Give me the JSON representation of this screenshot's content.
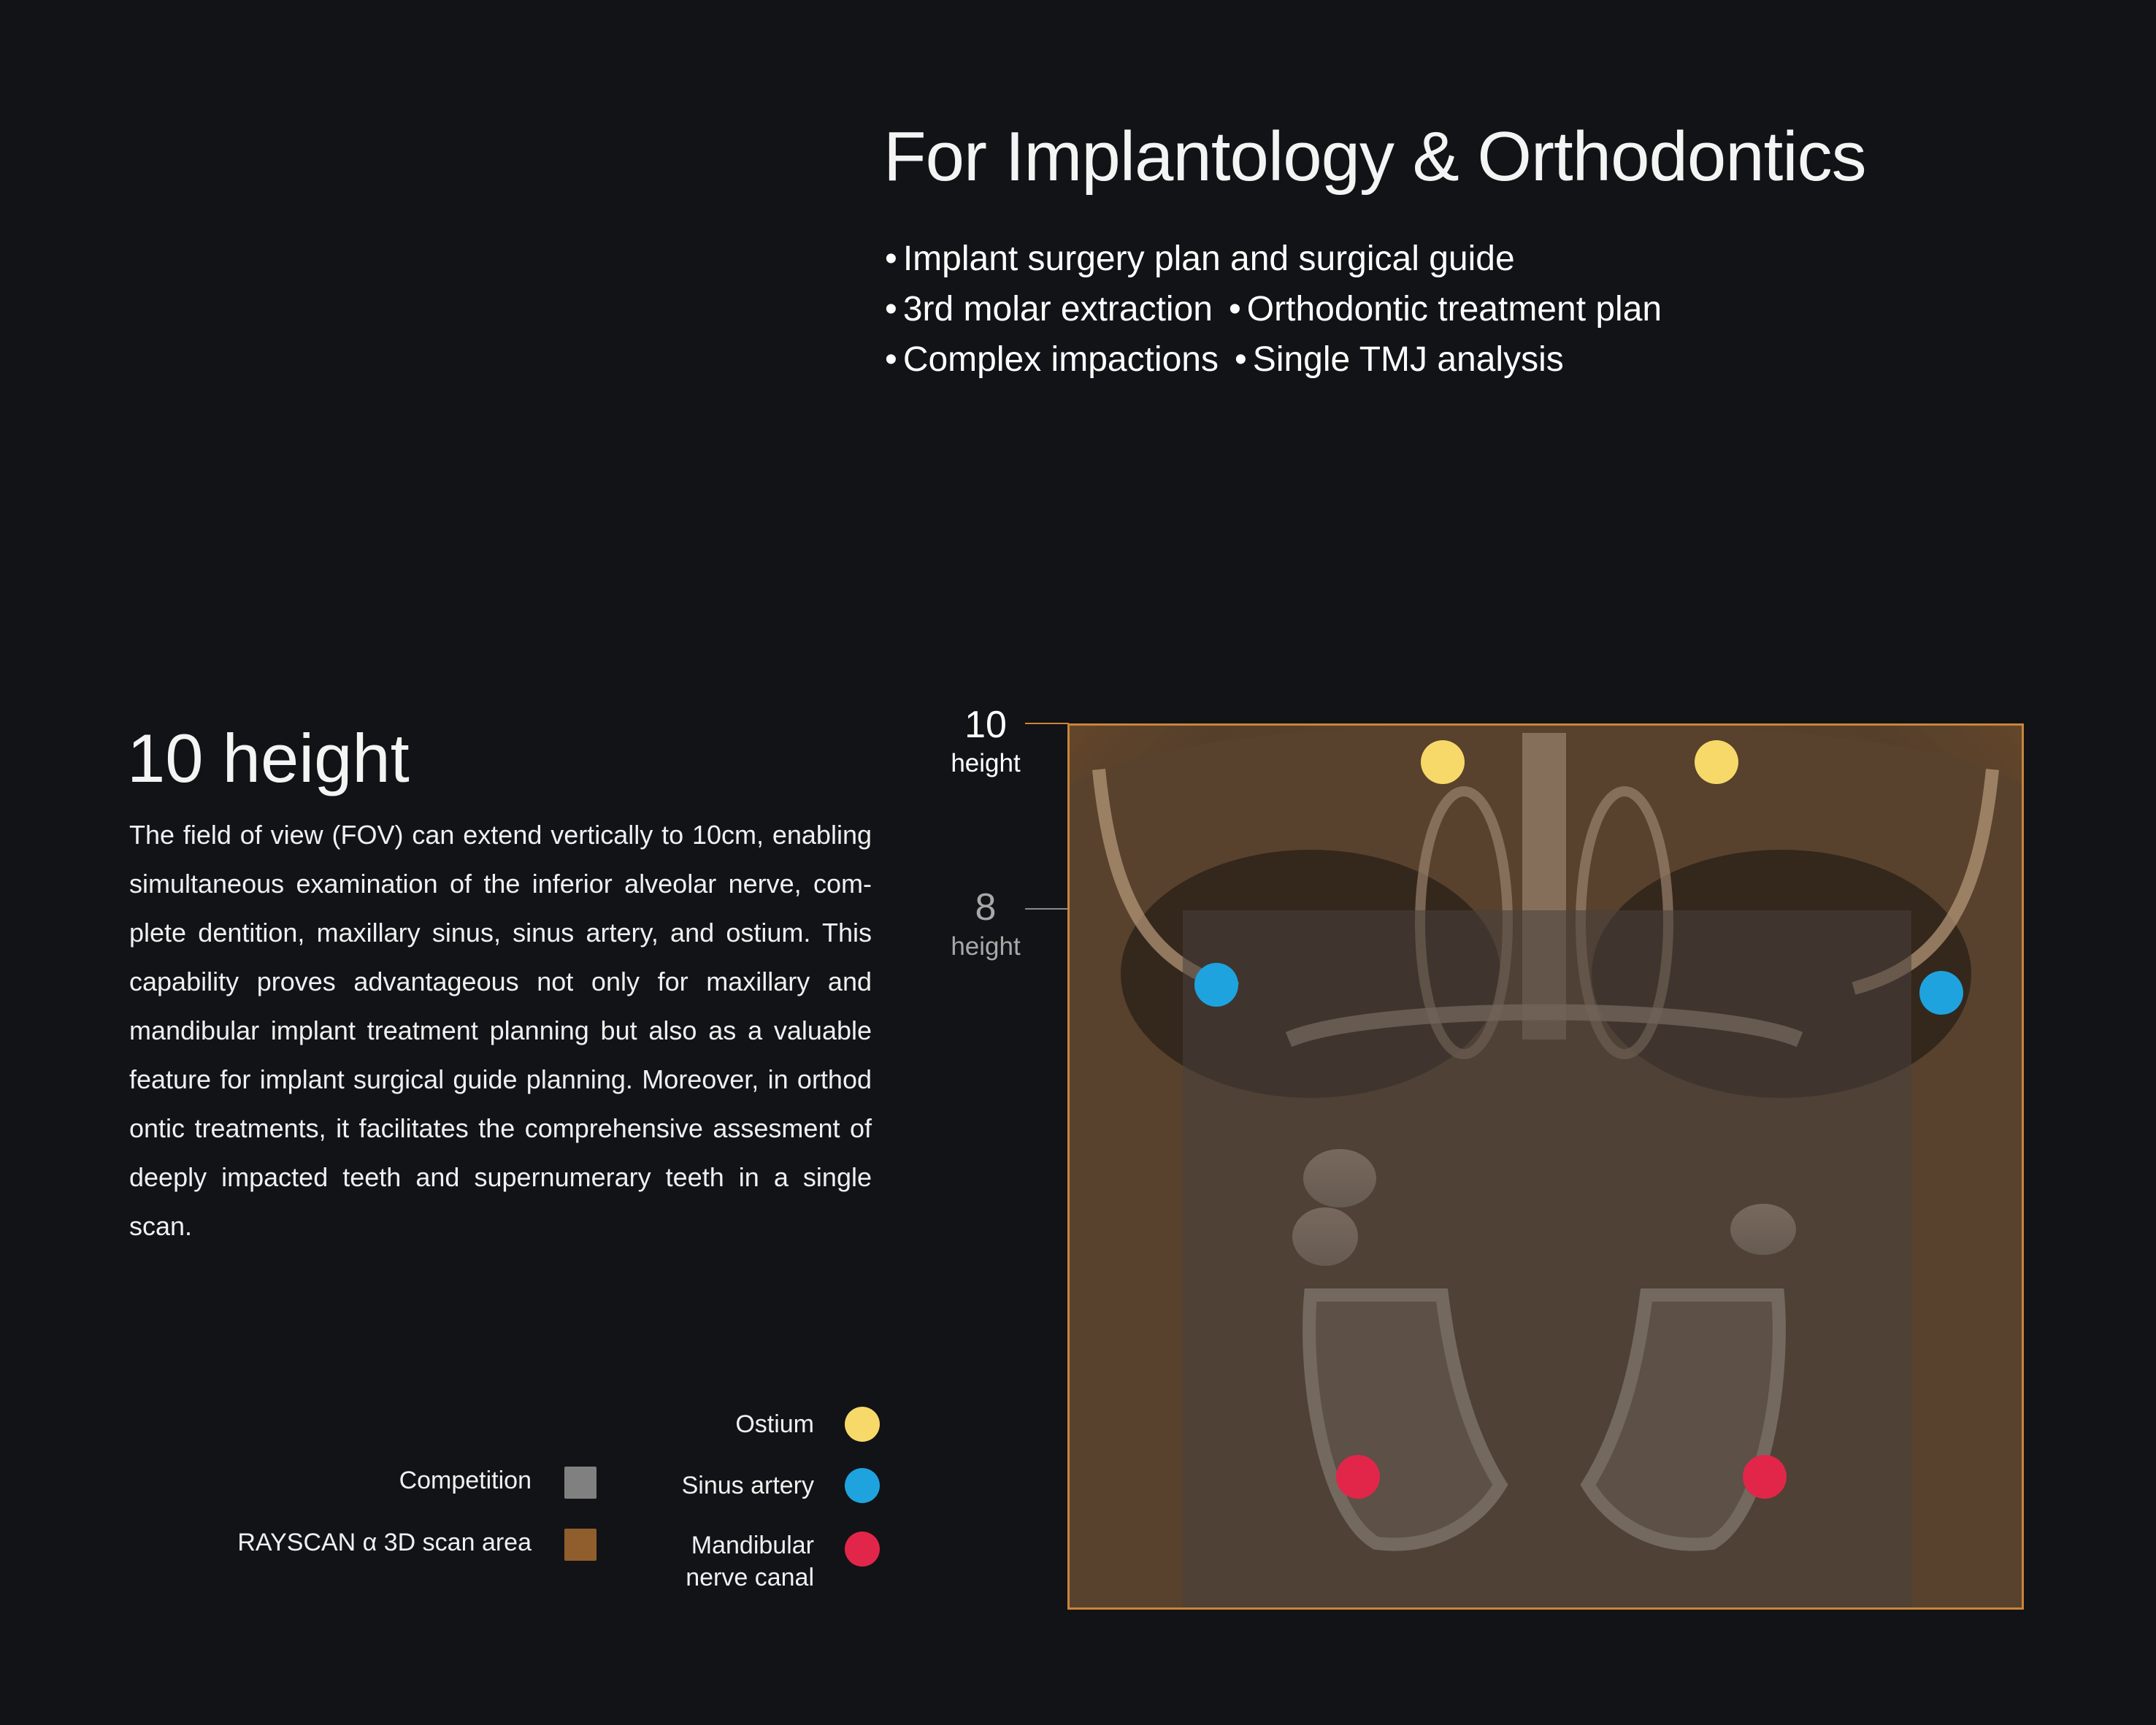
{
  "header": {
    "title": "For Implantology & Orthodontics",
    "bullets": [
      [
        "Implant surgery plan and surgical guide"
      ],
      [
        "3rd molar extraction",
        "Orthodontic treatment plan"
      ],
      [
        "Complex impactions",
        "Single TMJ analysis"
      ]
    ]
  },
  "section": {
    "title": "10 height",
    "body": "The field of view (FOV) can extend vertically to 10cm, enabling simultaneous examination of the inferior alveolar nerve, com-plete dentition, maxillary sinus, sinus artery, and ostium. This capability proves advantageous not only for maxillary and mandibular implant treatment planning but also as a valuable feature for implant surgical guide planning. Moreover, in orthod ontic treatments, it facilitates the comprehensive assesment of deeply impacted teeth and supernumerary teeth in a single scan."
  },
  "legend": {
    "areas": [
      {
        "label": "Competition",
        "color": "#808080"
      },
      {
        "label": "RAYSCAN α 3D scan area",
        "color": "#8f5e2c"
      }
    ],
    "markers": [
      {
        "label": "Ostium",
        "color": "#f7d96a"
      },
      {
        "label": "Sinus artery",
        "color": "#1ea3df"
      },
      {
        "label": "Mandibular nerve canal",
        "color": "#e1264a"
      }
    ]
  },
  "height_markers": [
    {
      "value": "10",
      "unit": "height",
      "color": "#ffffff"
    },
    {
      "value": "8",
      "unit": "height",
      "color": "#a8a8a8"
    }
  ],
  "colors": {
    "background": "#121316",
    "scan_border": "#c9853a",
    "ostium": "#f7d96a",
    "sinus_artery": "#1ea3df",
    "mandibular_nerve_canal": "#e1264a"
  }
}
